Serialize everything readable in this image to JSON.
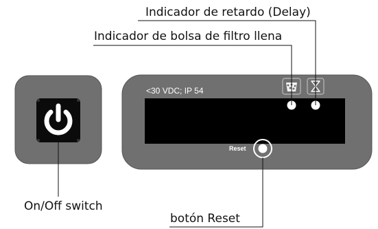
{
  "labels": {
    "delay_indicator": "Indicador de retardo (Delay)",
    "filter_bag_indicator": "Indicador de bolsa de filtro llena",
    "onoff_switch": "On/Off switch",
    "reset_button": "botón Reset"
  },
  "panel": {
    "spec_text": "<30 VDC; IP 54",
    "reset_text": "Reset"
  },
  "icons": {
    "power": "power-icon",
    "filter_bag": "filter-bag-icon",
    "hourglass": "hourglass-icon"
  },
  "colors": {
    "housing": "#707070",
    "housing_edge": "#505050",
    "display": "#000000",
    "indicator": "#ffffff"
  }
}
